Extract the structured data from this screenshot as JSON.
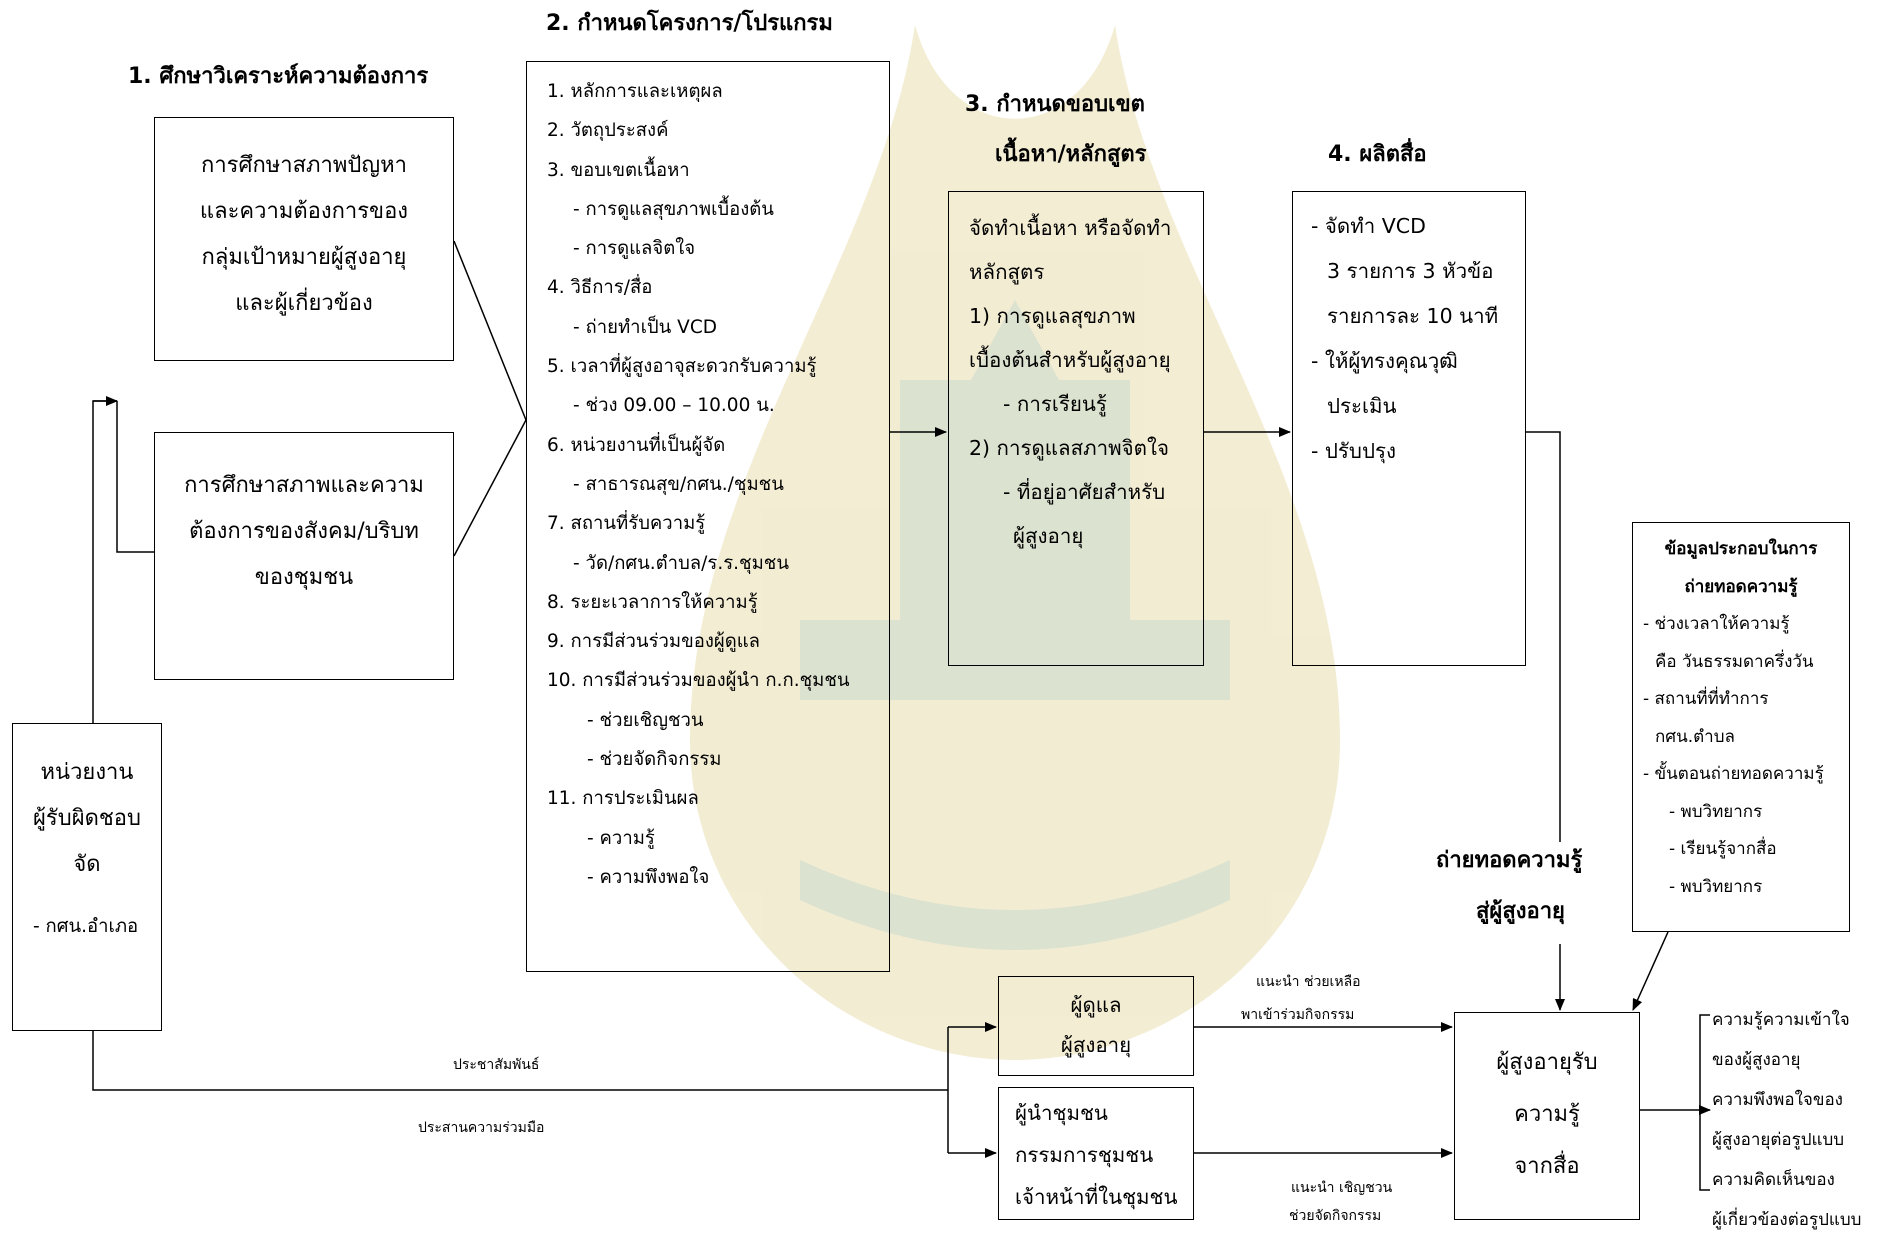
{
  "headings": {
    "step1": "1. ศึกษาวิเคราะห์ความต้องการ",
    "step2": "2. กำหนดโครงการ/โปรแกรม",
    "step3_line1": "3. กำหนดขอบเขต",
    "step3_line2": "เนื้อหา/หลักสูตร",
    "step4": "4. ผลิตสื่อ",
    "transfer_line1": "ถ่ายทอดความรู้",
    "transfer_line2": "สู่ผู้สูงอายุ"
  },
  "study_problem_box": [
    "การศึกษาสภาพปัญหา",
    "และความต้องการของ",
    "กลุ่มเป้าหมายผู้สูงอายุ",
    "และผู้เกี่ยวข้อง"
  ],
  "study_social_box": [
    "การศึกษาสภาพและความ",
    "ต้องการของสังคม/บริบท",
    "ของชุมชน"
  ],
  "responsible_box": {
    "lines": [
      "หน่วยงาน",
      "ผู้รับผิดชอบ",
      "จัด"
    ],
    "sub": "- กศน.อำเภอ"
  },
  "program_list": [
    "1. หลักการและเหตุผล",
    "2. วัตถุประสงค์",
    "3. ขอบเขตเนื้อหา",
    "- การดูแลสุขภาพเบื้องต้น",
    "- การดูแลจิตใจ",
    "4. วิธีการ/สื่อ",
    "- ถ่ายทำเป็น VCD",
    "5. เวลาที่ผู้สูงอาจุสะดวกรับความรู้",
    "- ช่วง 09.00 – 10.00 น.",
    "6. หน่วยงานที่เป็นผู้จัด",
    "- สาธารณสุข/กศน./ชุมชน",
    "7. สถานที่รับความรู้",
    "- วัด/กศน.ตำบล/ร.ร.ชุมชน",
    "8. ระยะเวลาการให้ความรู้",
    "9. การมีส่วนร่วมของผู้ดูแล",
    "10. การมีส่วนร่วมของผู้นำ ก.ก.ชุมชน",
    "- ช่วยเชิญชวน",
    "- ช่วยจัดกิจกรรม",
    "11. การประเมินผล",
    "- ความรู้",
    "- ความพึงพอใจ"
  ],
  "content_box": [
    "จัดทำเนื้อหา หรือจัดทำ",
    "หลักสูตร",
    "1) การดูแลสุขภาพ",
    "เบื้องต้นสำหรับผู้สูงอายุ",
    "- การเรียนรู้",
    "2) การดูแลสภาพจิตใจ",
    "- ที่อยู่อาศัยสำหรับ",
    "ผู้สูงอายุ"
  ],
  "media_box": [
    "- จัดทำ VCD",
    "3 รายการ  3 หัวข้อ",
    "รายการละ 10 นาที",
    "- ให้ผู้ทรงคุณวุฒิ",
    "ประเมิน",
    "- ปรับปรุง"
  ],
  "info_box": {
    "title_line1": "ข้อมูลประกอบในการ",
    "title_line2": "ถ่ายทอดความรู้",
    "lines": [
      "- ช่วงเวลาให้ความรู้",
      "คือ วันธรรมดาครึ่งวัน",
      "- สถานที่ที่ทำการ",
      "กศน.ตำบล",
      "- ขั้นตอนถ่ายทอดความรู้",
      "- พบวิทยากร",
      "- เรียนรู้จากสื่อ",
      "- พบวิทยากร"
    ]
  },
  "caregiver_box": [
    "ผู้ดูแล",
    "ผู้สูงอายุ"
  ],
  "leader_box": [
    "ผู้นำชุมชน",
    "กรรมการชุมชน",
    "เจ้าหน้าที่ในชุมชน"
  ],
  "elderly_box": [
    "ผู้สูงอายุรับ",
    "ความรู้",
    "จากสื่อ"
  ],
  "edge_labels": {
    "pr": "ประชาสัมพันธ์",
    "coordinate": "ประสานความร่วมมือ",
    "caregiver_top_1": "แนะนำ ช่วยเหลือ",
    "caregiver_top_2": "พาเข้าร่วมกิจกรรม",
    "leader_bottom_1": "แนะนำ เชิญชวน",
    "leader_bottom_2": "ช่วยจัดกิจกรรม"
  },
  "outcomes": [
    "ความรู้ความเข้าใจ",
    "ของผู้สูงอายุ",
    "ความพึงพอใจของ",
    "ผู้สูงอายุต่อรูปแบบ",
    "ความคิดเห็นของ",
    "ผู้เกี่ยวข้องต่อรูปแบบ"
  ],
  "colors": {
    "line": "#000000",
    "watermark_gold": "#c9ab3d",
    "watermark_green": "#5f7f2a"
  }
}
